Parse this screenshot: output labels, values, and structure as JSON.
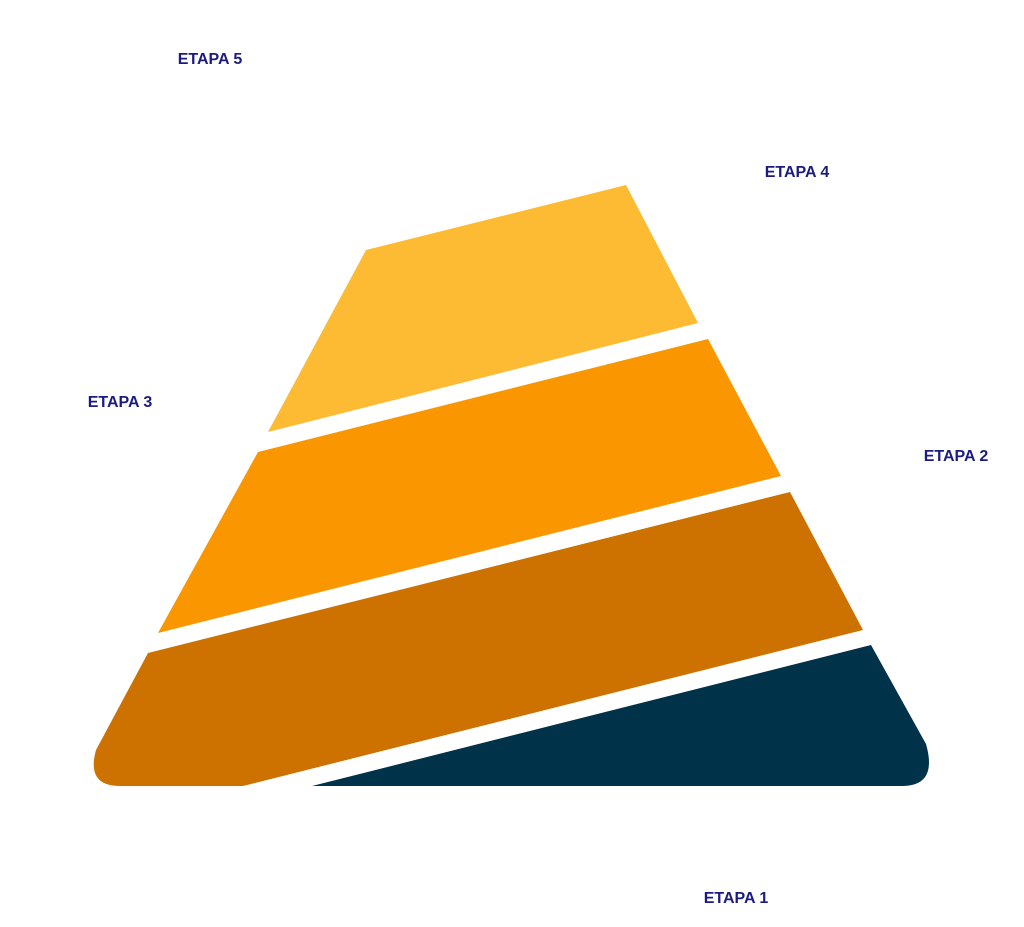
{
  "labels": {
    "stage5": "ETAPA 5",
    "stage4": "ETAPA 4",
    "stage3": "ETAPA 3",
    "stage2": "ETAPA 2",
    "stage1": "ETAPA 1"
  },
  "colors": {
    "label": "#1c1c80",
    "layer_top": "#FDBA33",
    "layer_second": "#FA9600",
    "layer_third": "#CD7100",
    "layer_bottom": "#00324A"
  }
}
